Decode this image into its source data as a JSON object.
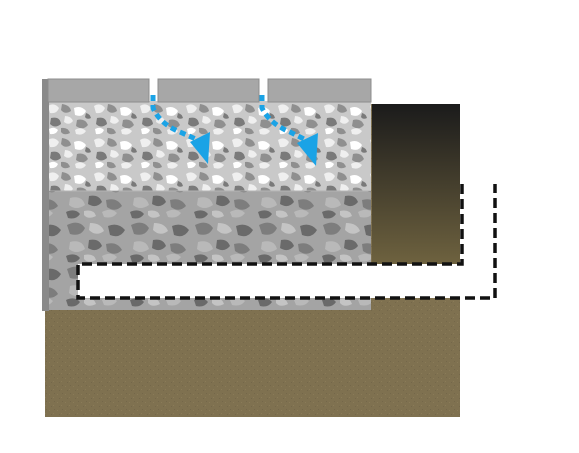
{
  "diagram": {
    "pavers": {
      "count": 3,
      "color": "#a7a7a7",
      "edge_color": "#8c8c8c"
    },
    "gravel_top": {
      "base_color": "#c9c9c9",
      "patch_colors": [
        "#efefef",
        "#ffffff",
        "#8f8f8f",
        "#7a7a7a"
      ]
    },
    "gravel_bottom": {
      "base_color": "#a4a4a4",
      "patch_colors": [
        "#7d7d7d",
        "#6a6a6a",
        "#c4c4c4",
        "#b9b9b9"
      ]
    },
    "soil": {
      "color": "#7f7150",
      "speckle_color": "#8a7b58"
    },
    "dark_panel": {
      "top_color": "#1b1b1b",
      "bottom_color": "#6e623f"
    },
    "water_flow": {
      "color": "#1aa3e6",
      "arrow_count": 2
    },
    "drain_pipe": {
      "stroke_color": "#111111",
      "fill_color": "#ffffff",
      "style": "dashed"
    },
    "edge_strip_color": "#8a8a8a"
  }
}
